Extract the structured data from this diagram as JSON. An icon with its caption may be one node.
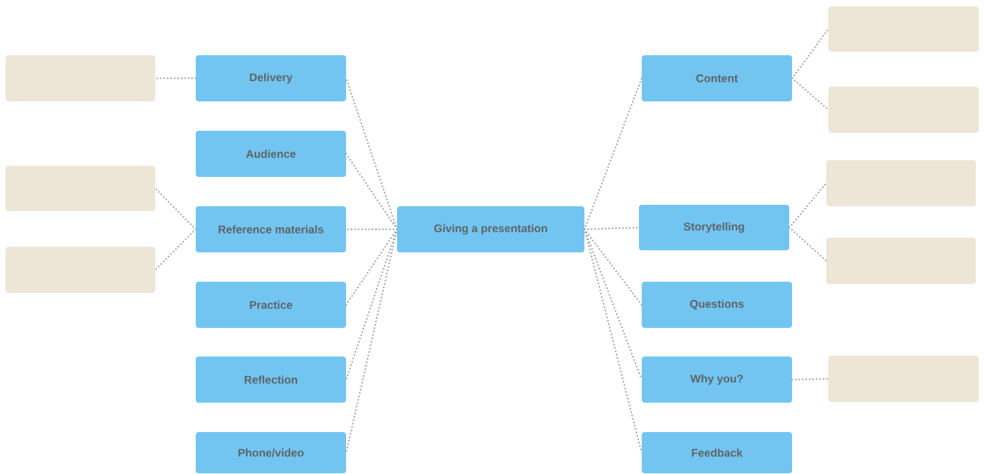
{
  "diagram": {
    "nodes": [
      {
        "text": [],
        "shape": "box"
      },
      {
        "text": [],
        "shape": "box"
      },
      {
        "text": [],
        "shape": "box"
      },
      {
        "text": [
          "Delivery"
        ]
      },
      {
        "text": [
          "Audience"
        ]
      },
      {
        "text": [
          "Reference materials"
        ]
      },
      {
        "text": [
          "Practice"
        ]
      },
      {
        "text": [
          "Reflection"
        ]
      },
      {
        "text": [
          "Phone/video"
        ]
      },
      {
        "text": [
          "Giving a presentation"
        ]
      },
      {
        "text": [
          "Content"
        ]
      },
      {
        "text": [
          "Storytelling"
        ]
      },
      {
        "text": [
          "Questions"
        ]
      },
      {
        "text": [
          "Why you?"
        ]
      },
      {
        "text": [
          "Feedback"
        ]
      },
      {
        "text": [],
        "shape": "box"
      },
      {
        "text": [],
        "shape": "box"
      },
      {
        "text": [],
        "shape": "box"
      },
      {
        "text": [],
        "shape": "box"
      },
      {
        "text": [],
        "shape": "box"
      }
    ],
    "edges": [
      {
        "from": 9,
        "to": 3,
        "arrow": "none"
      },
      {
        "from": 9,
        "to": 4,
        "arrow": "none"
      },
      {
        "from": 9,
        "to": 5,
        "arrow": "none"
      },
      {
        "from": 9,
        "to": 6,
        "arrow": "none"
      },
      {
        "from": 9,
        "to": 7,
        "arrow": "none"
      },
      {
        "from": 9,
        "to": 8,
        "arrow": "none"
      },
      {
        "from": 9,
        "to": 10,
        "arrow": "none"
      },
      {
        "from": 9,
        "to": 11,
        "arrow": "none"
      },
      {
        "from": 9,
        "to": 12,
        "arrow": "none"
      },
      {
        "from": 9,
        "to": 13,
        "arrow": "none"
      },
      {
        "from": 9,
        "to": 14,
        "arrow": "none"
      },
      {
        "from": 3,
        "to": 0,
        "arrow": "none"
      },
      {
        "from": 5,
        "to": 1,
        "arrow": "none"
      },
      {
        "from": 5,
        "to": 2,
        "arrow": "none"
      },
      {
        "from": 10,
        "to": 15,
        "arrow": "none"
      },
      {
        "from": 10,
        "to": 16,
        "arrow": "none"
      },
      {
        "from": 11,
        "to": 17,
        "arrow": "none"
      },
      {
        "from": 11,
        "to": 18,
        "arrow": "none"
      },
      {
        "from": 13,
        "to": 19,
        "arrow": "none"
      }
    ]
  }
}
